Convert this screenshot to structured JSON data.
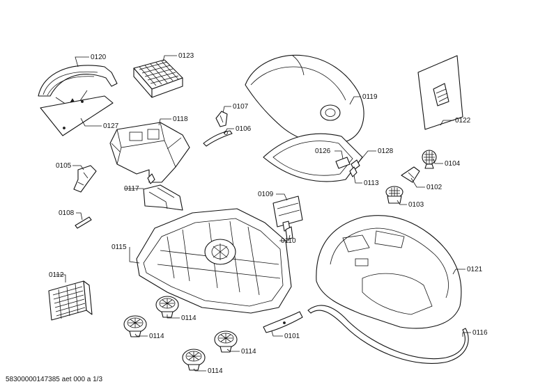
{
  "parts": [
    {
      "id": "p0120",
      "label": "0120"
    },
    {
      "id": "p0123",
      "label": "0123"
    },
    {
      "id": "p0127",
      "label": "0127"
    },
    {
      "id": "p0118",
      "label": "0118"
    },
    {
      "id": "p0107",
      "label": "0107"
    },
    {
      "id": "p0106",
      "label": "0106"
    },
    {
      "id": "p0119",
      "label": "0119"
    },
    {
      "id": "p0122",
      "label": "0122"
    },
    {
      "id": "p0105",
      "label": "0105"
    },
    {
      "id": "p0117",
      "label": "0117"
    },
    {
      "id": "p0126",
      "label": "0126"
    },
    {
      "id": "p0128",
      "label": "0128"
    },
    {
      "id": "p0104",
      "label": "0104"
    },
    {
      "id": "p0113",
      "label": "0113"
    },
    {
      "id": "p0102",
      "label": "0102"
    },
    {
      "id": "p0109",
      "label": "0109"
    },
    {
      "id": "p0103",
      "label": "0103"
    },
    {
      "id": "p0108",
      "label": "0108"
    },
    {
      "id": "p0110",
      "label": "0110"
    },
    {
      "id": "p0115",
      "label": "0115"
    },
    {
      "id": "p0121",
      "label": "0121"
    },
    {
      "id": "p0112",
      "label": "0112"
    },
    {
      "id": "p0114a",
      "label": "0114"
    },
    {
      "id": "p0114b",
      "label": "0114"
    },
    {
      "id": "p0101",
      "label": "0101"
    },
    {
      "id": "p0116",
      "label": "0116"
    },
    {
      "id": "p0114c",
      "label": "0114"
    },
    {
      "id": "p0114d",
      "label": "0114"
    }
  ],
  "footer": "58300000147385 aet 000 a 1/3"
}
